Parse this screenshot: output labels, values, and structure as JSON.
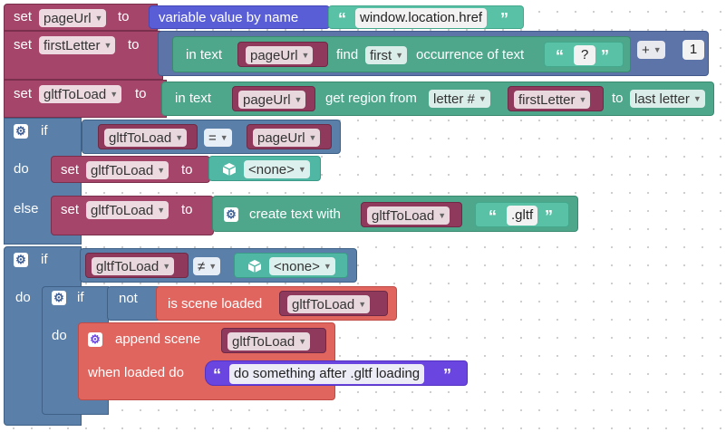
{
  "set_pageurl": {
    "set_label": "set",
    "var": "pageUrl",
    "to_label": "to",
    "value_block": "variable value by name",
    "text_value": "window.location.href"
  },
  "set_firstletter": {
    "set_label": "set",
    "var": "firstLetter",
    "to_label": "to",
    "in_text_label": "in text",
    "in_var": "pageUrl",
    "find_label": "find",
    "find_mode": "first",
    "occurrence_label": "occurrence of text",
    "search_text": "?",
    "op": "+",
    "op_value": "1"
  },
  "set_gltf": {
    "set_label": "set",
    "var": "gltfToLoad",
    "to_label": "to",
    "in_text_label": "in text",
    "in_var": "pageUrl",
    "region_label": "get region from",
    "from_mode": "letter #",
    "from_var": "firstLetter",
    "to2_label": "to",
    "to_mode": "last letter"
  },
  "if1": {
    "if_label": "if",
    "cond_left": "gltfToLoad",
    "cond_op": "=",
    "cond_right": "pageUrl",
    "do_label": "do",
    "do_set_label": "set",
    "do_var": "gltfToLoad",
    "do_to_label": "to",
    "do_value": "<none>",
    "else_label": "else",
    "else_set_label": "set",
    "else_var": "gltfToLoad",
    "else_to_label": "to",
    "create_text_label": "create text with",
    "create_var": "gltfToLoad",
    "create_text": ".gltf"
  },
  "if2": {
    "if_label": "if",
    "cond_left": "gltfToLoad",
    "cond_op": "≠",
    "cond_right": "<none>",
    "do_label": "do",
    "inner_if_label": "if",
    "not_label": "not",
    "loaded_label": "is scene loaded",
    "loaded_var": "gltfToLoad",
    "inner_do_label": "do",
    "append_label": "append scene",
    "append_var": "gltfToLoad",
    "when_loaded_label": "when loaded do",
    "callback_text": "do something after .gltf loading"
  },
  "icons": [
    "settings-gear-icon",
    "cube-icon",
    "dropdown-caret-icon",
    "quote-icon"
  ],
  "colors": {
    "variables": "#a5456a",
    "logic": "#5a7fa8",
    "text": "#4ea68b",
    "scene": "#e0655f",
    "math": "#5c74a8",
    "quote_block": "#5a5ed6"
  }
}
